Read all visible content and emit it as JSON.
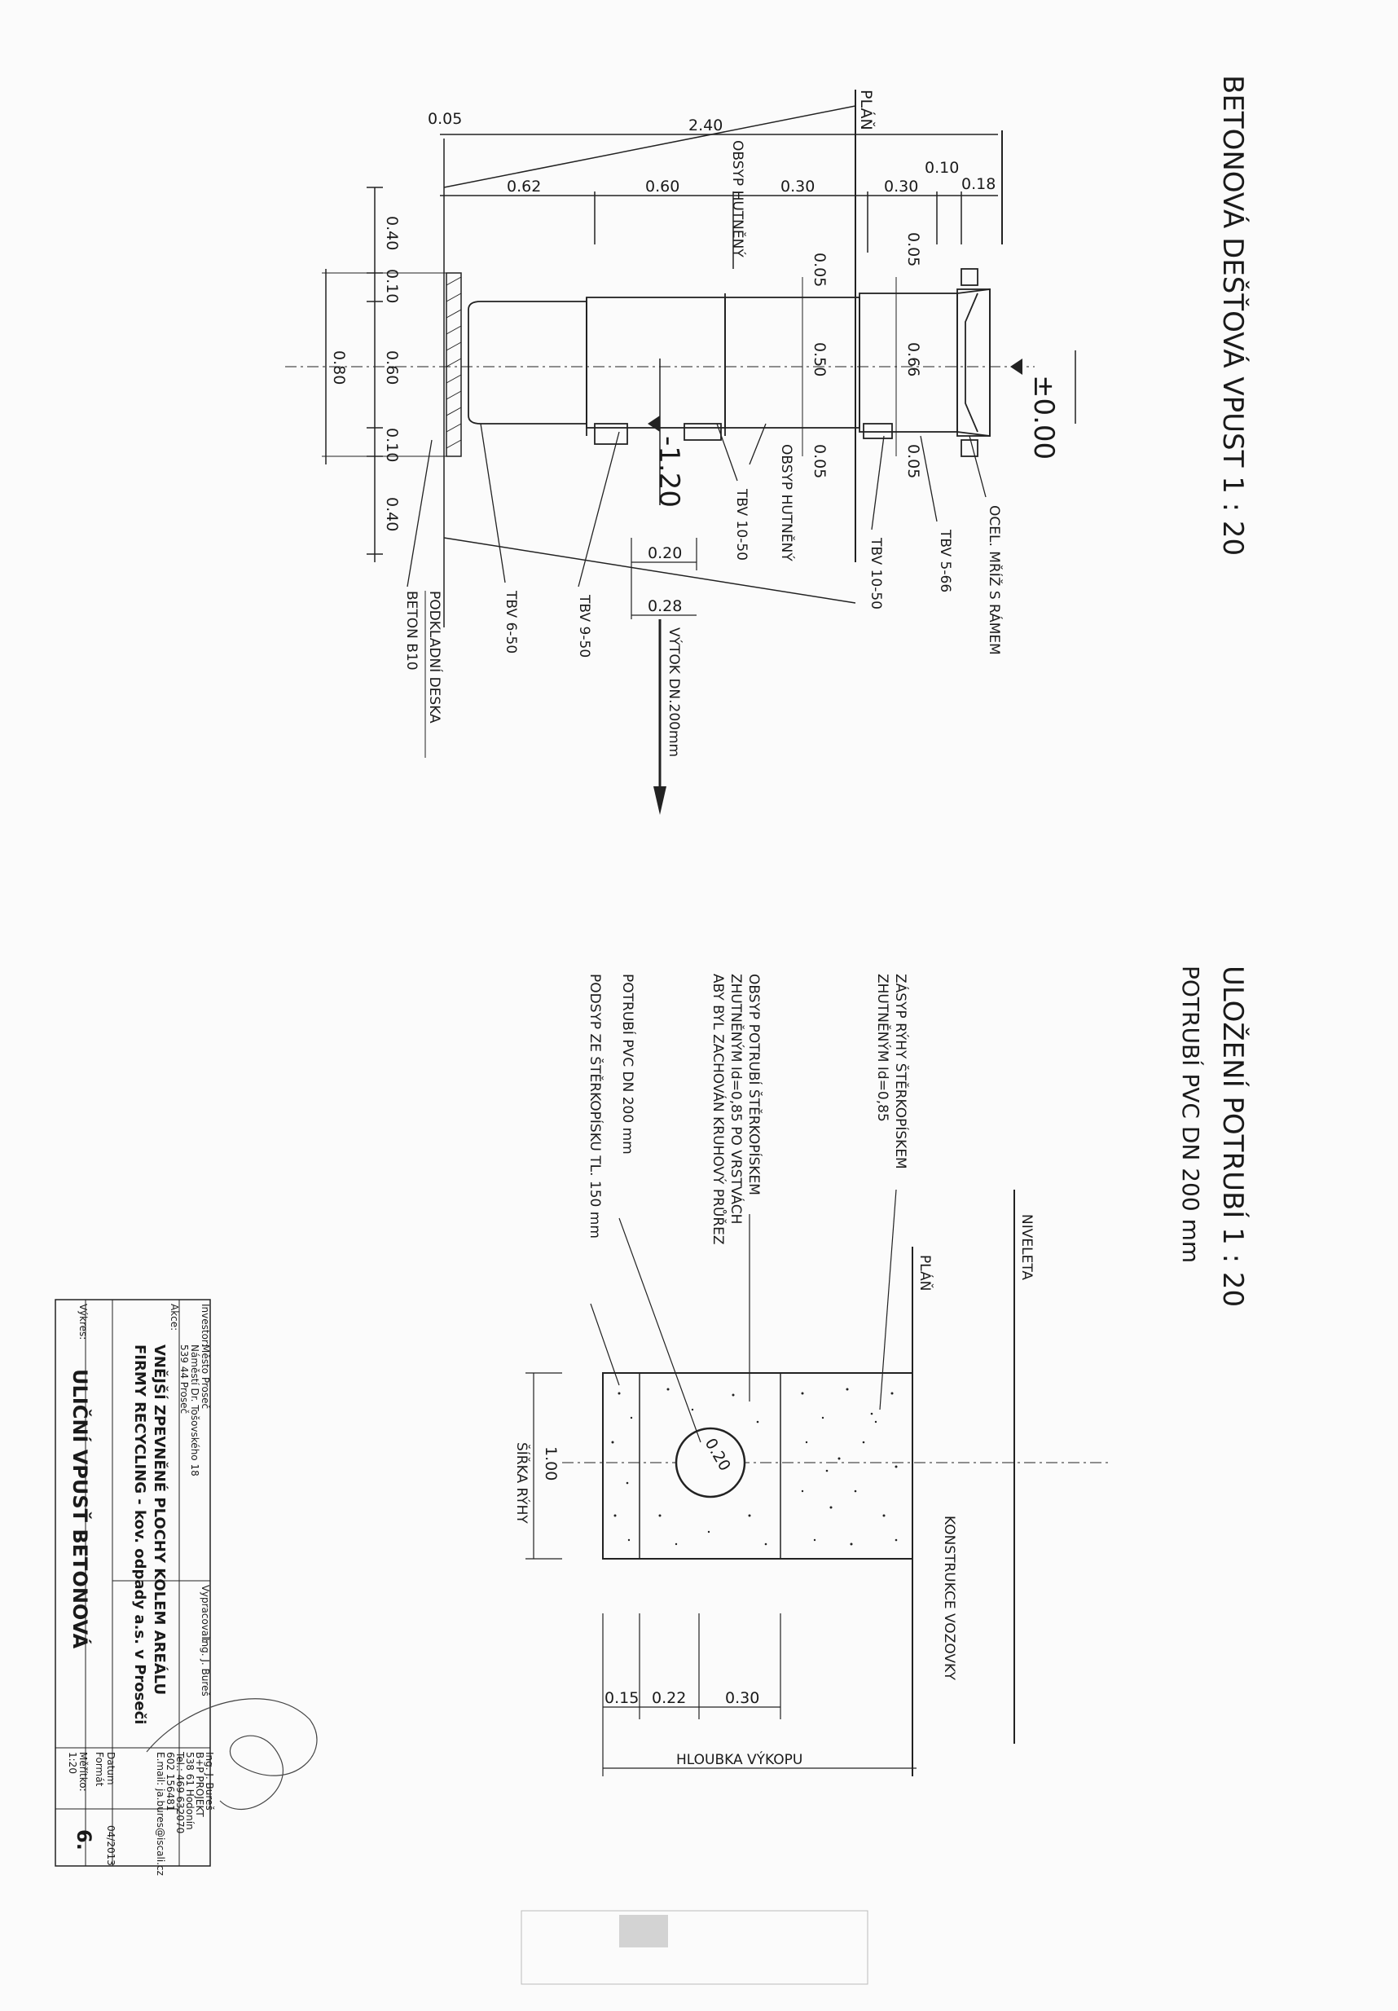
{
  "drawing1": {
    "title": "BETONOVÁ DEŠŤOVÁ VPUST 1 : 20",
    "level_top": "±0.00",
    "level_outlet": "-1.20",
    "label_plan": "PLÁŇ",
    "label_obsyp_top": "OBSYP HUTNĚNÝ",
    "label_obsyp_bottom": "OBSYP HUTNĚNÝ",
    "label_grate": "OCEL. MŘÍŽ S RÁMEM",
    "label_tbv_566": "TBV 5-66",
    "label_tbv_1050a": "TBV 10-50",
    "label_tbv_1050b": "TBV 10-50",
    "label_tbv_950": "TBV 9-50",
    "label_tbv_650": "TBV 6-50",
    "label_slab": "PODKLADNÍ DESKA",
    "label_concrete": "BETON B10",
    "label_outlet": "VÝTOK DN.200mm",
    "dims": {
      "d005a": "0.05",
      "d240": "2.40",
      "d062": "0.62",
      "d060": "0.60",
      "d030a": "0.30",
      "d030b": "0.30",
      "d010": "0.10",
      "d018": "0.18",
      "d040a": "0.40",
      "d010a": "0.10",
      "d080": "0.80",
      "d060b": "0.60",
      "d010b": "0.10",
      "d040b": "0.40",
      "d005b": "0.05",
      "d005c": "0.05",
      "d050": "0.50",
      "d066": "0.66",
      "d005d": "0.05",
      "d005e": "0.05",
      "d020": "0.20",
      "d028": "0.28"
    }
  },
  "drawing2": {
    "title": "ULOŽENÍ POTRUBÍ 1 : 20",
    "subtitle": "POTRUBÍ PVC DN 200 mm",
    "label_niveleta": "NIVELETA",
    "label_plan": "PLÁŇ",
    "label_konstrukce": "KONSTRUKCE VOZOVKY",
    "note_zasyp": [
      "ZÁSYP RÝHY ŠTĚRKOPÍSKEM",
      "ZHUTNĚNÝM Id=0,85"
    ],
    "note_obsyp": [
      "OBSYP POTRUBÍ ŠTĚRKOPÍSKEM",
      "ZHUTNĚNÝM Id=0,85 PO VRSTVÁCH",
      "ABY BYL ZACHOVÁN KRUHOVÝ PRŮŘEZ"
    ],
    "note_pipe": "POTRUBÍ PVC DN 200 mm",
    "note_podsyp": "PODSYP ZE ŠTĚRKOPÍSKU TL. 150 mm",
    "pipe_dim": "0.20",
    "width_dim": "1.00",
    "width_label": "ŠÍŘKA RÝHY",
    "d015": "0.15",
    "d022": "0.22",
    "d030": "0.30",
    "depth_label": "HLOUBKA VÝKOPU"
  },
  "title_block": {
    "investor_label": "Investor:",
    "investor_lines": [
      "Město Proseč",
      "Náměstí Dr. Tošovského 18",
      "539 44 Proseč"
    ],
    "vypracoval_label": "Vypracoval:",
    "vypracoval": "Ing. J. Bureš",
    "company_lines": [
      "Ing. J. Bureš",
      "B+P PROJEKT",
      "538 61 Hodonín",
      "Tel.: 469 632070",
      "602 156481",
      "E.mail: ja.bures@iscali.cz"
    ],
    "akce_label": "Akce:",
    "akce_lines": [
      "VNĚJŠÍ ZPEVNĚNÉ PLOCHY KOLEM AREÁLU",
      "FIRMY RECYCLING - kov. odpady a.s. v Proseči"
    ],
    "datum_label": "Datum",
    "datum": "04/2013",
    "format_label": "Formát",
    "meritko_label": "Měřítko:",
    "meritko": "1:20",
    "vykres_label": "Výkres:",
    "vykres": "ULIČNÍ VPUSŤ BETONOVÁ",
    "number": "6."
  }
}
